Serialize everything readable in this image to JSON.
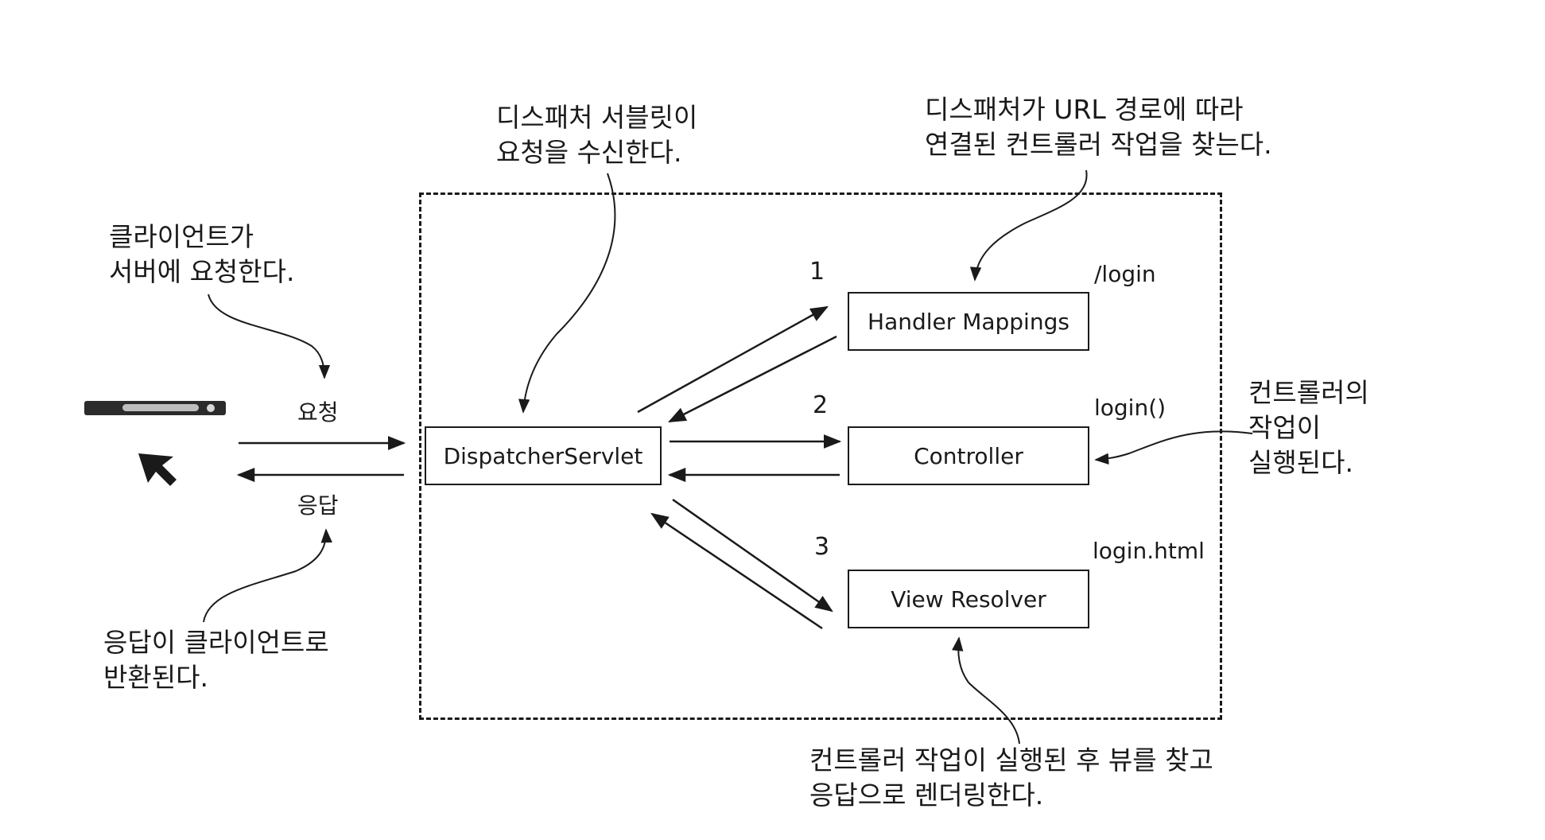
{
  "notes": {
    "client_request": [
      "클라이언트가",
      "서버에 요청한다."
    ],
    "dispatcher_receive": [
      "디스패처 서블릿이",
      "요청을 수신한다."
    ],
    "find_controller": [
      "디스패처가 URL 경로에 따라",
      "연결된 컨트롤러 작업을 찾는다."
    ],
    "controller_exec": [
      "컨트롤러의",
      "작업이",
      "실행된다."
    ],
    "response_return": [
      "응답이 클라이언트로",
      "반환된다."
    ],
    "view_render": [
      "컨트롤러 작업이 실행된 후 뷰를 찾고",
      "응답으로 렌더링한다."
    ]
  },
  "flow": {
    "request_label": "요청",
    "response_label": "응답"
  },
  "components": {
    "dispatcher": "DispatcherServlet",
    "handler_mappings": "Handler Mappings",
    "controller": "Controller",
    "view_resolver": "View Resolver"
  },
  "steps": {
    "one": "1",
    "two": "2",
    "three": "3"
  },
  "tags": {
    "login_path": "/login",
    "login_method": "login()",
    "login_view": "login.html"
  },
  "icons": {
    "client": "browser-address-bar-icon",
    "pointer": "mouse-cursor-icon"
  }
}
